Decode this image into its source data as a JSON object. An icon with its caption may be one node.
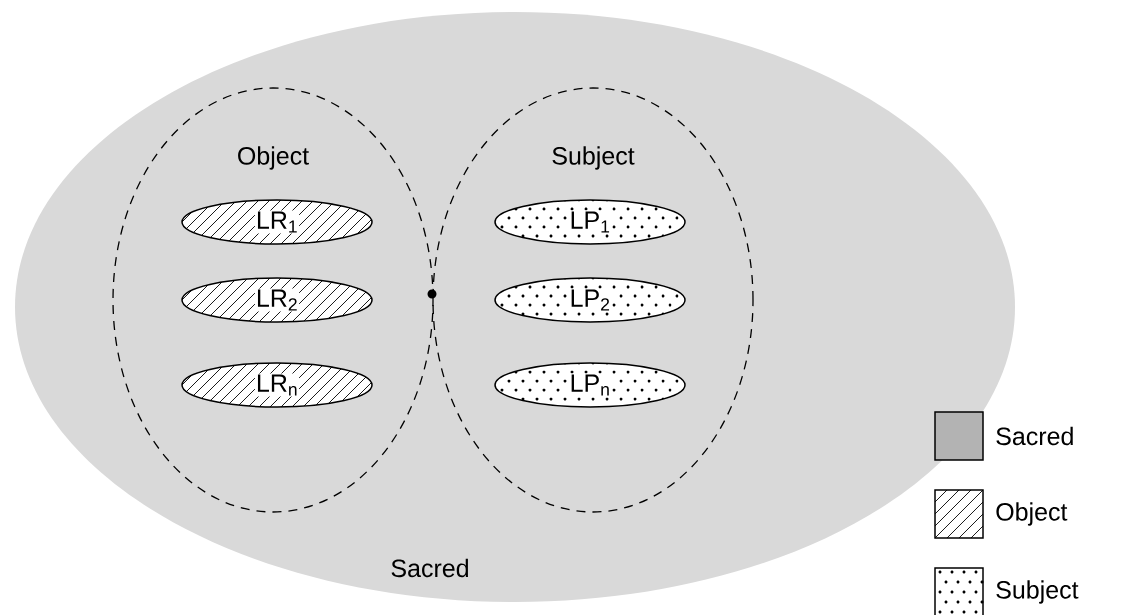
{
  "diagram": {
    "nodes": [
      {
        "text": [
          "Sacred"
        ]
      },
      {
        "text": [
          "Object"
        ],
        "in": 0
      },
      {
        "text": [
          "Subject"
        ],
        "in": 0
      },
      {
        "text": [
          "LR$_{1}$"
        ],
        "in": 1
      },
      {
        "text": [
          "LR$_{2}$"
        ],
        "in": 1
      },
      {
        "text": [
          "LR$_{n}$"
        ],
        "in": 1
      },
      {
        "text": [
          "LP$_{1}$"
        ],
        "in": 2
      },
      {
        "text": [
          "LP$_{2}$"
        ],
        "in": 2
      },
      {
        "text": [
          "LP$_{n}$"
        ],
        "in": 2
      }
    ],
    "edges": [],
    "legend": [
      {
        "text": "Sacred",
        "color": "#b3b3b3"
      },
      {
        "text": "Object"
      },
      {
        "text": "Subject"
      }
    ]
  }
}
